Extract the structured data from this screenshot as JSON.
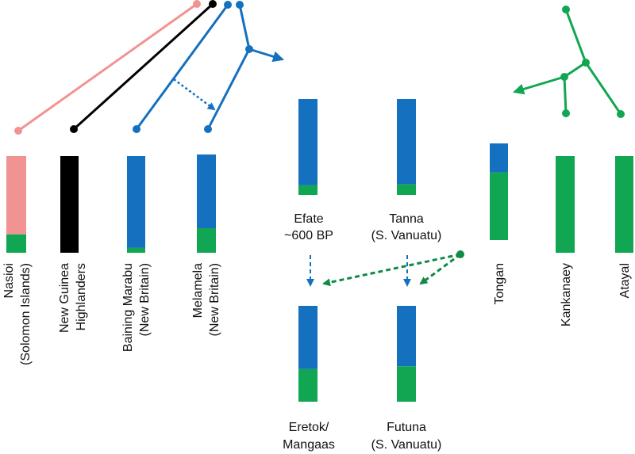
{
  "colors": {
    "blue": "#1570c0",
    "green": "#11a651",
    "pink": "#f29393",
    "black": "#000000",
    "blue_dark": "#1570c0",
    "green_dark": "#108a45"
  },
  "populations": [
    {
      "id": "nasioi",
      "line1": "Nasioi",
      "line2": "(Solomon Islands)",
      "blue": 0,
      "green": 0.19,
      "pink": 0.81,
      "black": 0
    },
    {
      "id": "ng-highlanders",
      "line1": "New Guinea",
      "line2": "Highlanders",
      "blue": 0,
      "green": 0,
      "pink": 0,
      "black": 1.0
    },
    {
      "id": "baining",
      "line1": "Baining Marabu",
      "line2": "(New Britain)",
      "blue": 0.95,
      "green": 0.05,
      "pink": 0,
      "black": 0
    },
    {
      "id": "melamela",
      "line1": "Melamela",
      "line2": "(New Britain)",
      "blue": 0.75,
      "green": 0.25,
      "pink": 0,
      "black": 0
    },
    {
      "id": "efate",
      "line1": "Efate",
      "line2": "~600 BP",
      "blue": 0.9,
      "green": 0.1,
      "pink": 0,
      "black": 0
    },
    {
      "id": "tanna",
      "line1": "Tanna",
      "line2": "(S. Vanuatu)",
      "blue": 0.89,
      "green": 0.11,
      "pink": 0,
      "black": 0
    },
    {
      "id": "eretok",
      "line1": "Eretok/",
      "line2": "Mangaas",
      "blue": 0.66,
      "green": 0.34,
      "pink": 0,
      "black": 0
    },
    {
      "id": "futuna",
      "line1": "Futuna",
      "line2": "(S. Vanuatu)",
      "blue": 0.63,
      "green": 0.37,
      "pink": 0,
      "black": 0
    },
    {
      "id": "tongan",
      "line1": "Tongan",
      "line2": "",
      "blue": 0.3,
      "green": 0.7,
      "pink": 0,
      "black": 0
    },
    {
      "id": "kankanaey",
      "line1": "Kankanaey",
      "line2": "",
      "blue": 0,
      "green": 1.0,
      "pink": 0,
      "black": 0
    },
    {
      "id": "atayal",
      "line1": "Atayal",
      "line2": "",
      "blue": 0,
      "green": 1.0,
      "pink": 0,
      "black": 0
    }
  ]
}
